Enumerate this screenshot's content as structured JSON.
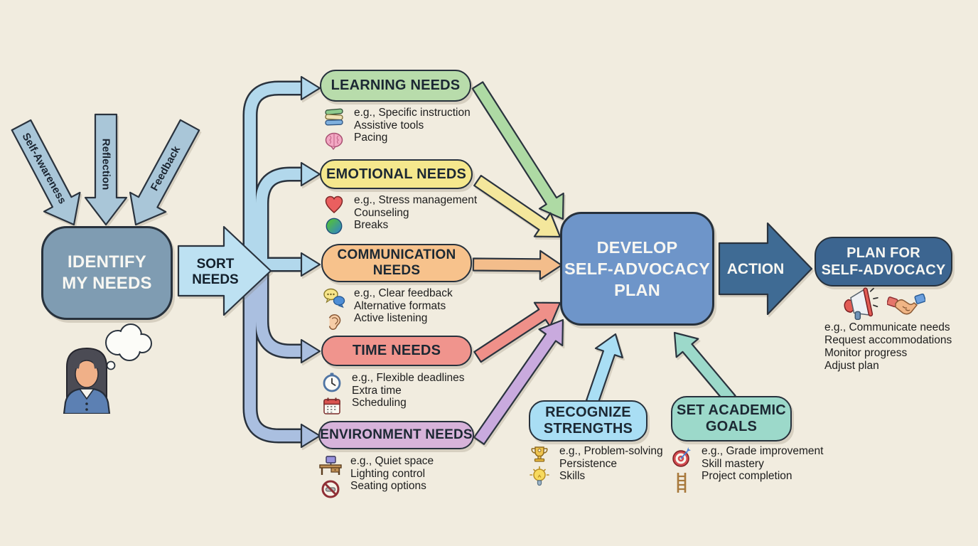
{
  "inputs": [
    {
      "label": "Self-Awareness"
    },
    {
      "label": "Reflection"
    },
    {
      "label": "Feedback"
    }
  ],
  "identify": {
    "label": "IDENTIFY\nMY NEEDS"
  },
  "sort": {
    "label": "SORT\nNEEDS"
  },
  "categories": [
    {
      "id": "learning",
      "label": "LEARNING NEEDS",
      "icons": [
        "books-icon",
        "brain-icon"
      ],
      "items": [
        "e.g., Specific instruction",
        "Assistive tools",
        "Pacing"
      ]
    },
    {
      "id": "emotional",
      "label": "EMOTIONAL NEEDS",
      "icons": [
        "heart-icon",
        "stress-ball-icon"
      ],
      "items": [
        "e.g., Stress management",
        "Counseling",
        "Breaks"
      ]
    },
    {
      "id": "communication",
      "label": "COMMUNICATION\nNEEDS",
      "icons": [
        "chat-bubbles-icon",
        "ear-icon"
      ],
      "items": [
        "e.g., Clear feedback",
        "Alternative formats",
        "Active listening"
      ]
    },
    {
      "id": "time",
      "label": "TIME NEEDS",
      "icons": [
        "clock-icon",
        "calendar-icon"
      ],
      "items": [
        "e.g., Flexible deadlines",
        "Extra time",
        "Scheduling"
      ]
    },
    {
      "id": "environment",
      "label": "ENVIRONMENT NEEDS",
      "icons": [
        "desk-icon",
        "no-distraction-icon"
      ],
      "items": [
        "e.g., Quiet space",
        "Lighting control",
        "Seating options"
      ]
    }
  ],
  "develop": {
    "label": "DEVELOP\nSELF-ADVOCACY\nPLAN"
  },
  "action": {
    "label": "ACTION"
  },
  "plan": {
    "label": "PLAN FOR\nSELF-ADVOCACY",
    "icons": [
      "megaphone-icon",
      "handshake-icon"
    ],
    "items": [
      "e.g., Communicate needs",
      "Request accommodations",
      "Monitor progress",
      "Adjust plan"
    ]
  },
  "strengths": {
    "label": "RECOGNIZE\nSTRENGTHS",
    "icons": [
      "trophy-icon",
      "lightbulb-icon"
    ],
    "items": [
      "e.g., Problem-solving",
      "Persistence",
      "Skills"
    ]
  },
  "goals": {
    "label": "SET ACADEMIC\nGOALS",
    "icons": [
      "target-icon",
      "ladder-icon"
    ],
    "items": [
      "e.g., Grade improvement",
      "Skill mastery",
      "Project completion"
    ]
  },
  "person": {
    "icon": "thinking-person-icon"
  },
  "colors": {
    "background": "#f1ecdf",
    "outline": "#2a333e",
    "text_dark": "#16202b",
    "text_light": "#f8f7f2",
    "input_arrow": "#a9c6d8",
    "identify_box": "#7f9cb2",
    "sort_arrow": "#bde1f2",
    "branch_upper": "#b2d8ec",
    "branch_lower": "#aabfe0",
    "learning_pill": "#b8dcab",
    "learning_arrow": "#aedaa4",
    "emotional_pill": "#f5e88d",
    "emotional_arrow": "#f4e79c",
    "communication_pill": "#f7c28c",
    "communication_arrow": "#f3bd8b",
    "time_pill": "#f0948d",
    "time_arrow": "#ef9089",
    "environment_pill": "#d7b3da",
    "environment_arrow": "#c9aade",
    "develop_box": "#6e95c9",
    "action_arrow": "#3f6b94",
    "plan_box": "#3c6590",
    "strengths_accent": "#a9def4",
    "goals_accent": "#9cd9ca"
  }
}
